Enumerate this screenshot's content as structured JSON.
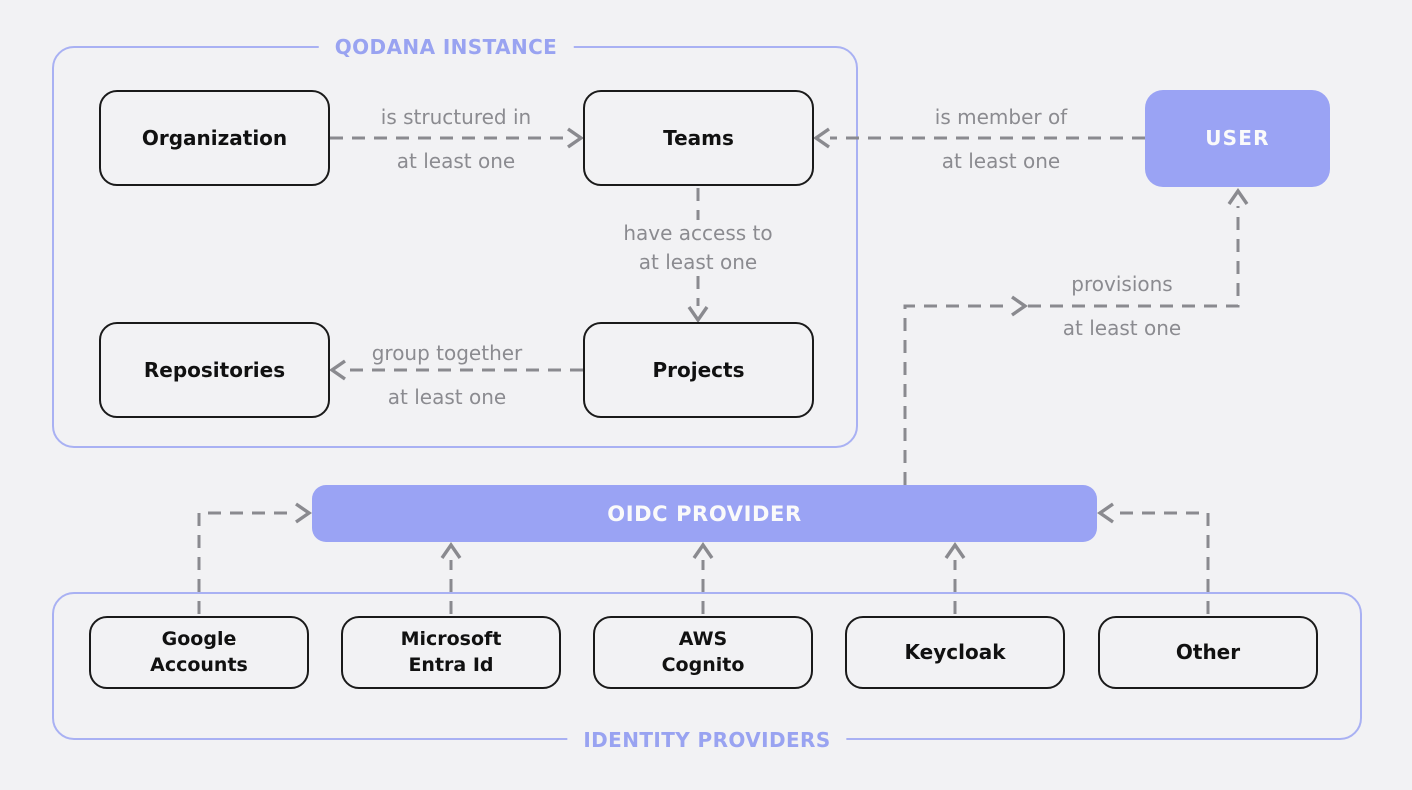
{
  "colors": {
    "background": "#f2f2f4",
    "container_border": "#a9b1f3",
    "accent_fill": "#9aa3f4",
    "accent_title": "#99a3f1",
    "edge": "#8a8a8f",
    "node_border": "#1a1a1a",
    "node_text": "#111111",
    "label_text": "#8b8b90",
    "white_text": "#fafafa"
  },
  "containers": {
    "qodana": {
      "title": "QODANA INSTANCE"
    },
    "identity": {
      "title": "IDENTITY PROVIDERS"
    }
  },
  "nodes": {
    "organization": {
      "label": "Organization"
    },
    "teams": {
      "label": "Teams"
    },
    "repositories": {
      "label": "Repositories"
    },
    "projects": {
      "label": "Projects"
    },
    "user": {
      "label": "USER"
    },
    "oidc": {
      "label": "OIDC PROVIDER"
    },
    "google": {
      "label": "Google\nAccounts"
    },
    "microsoft": {
      "label": "Microsoft\nEntra Id"
    },
    "aws": {
      "label": "AWS\nCognito"
    },
    "keycloak": {
      "label": "Keycloak"
    },
    "other": {
      "label": "Other"
    }
  },
  "edges": {
    "org_teams": {
      "label": "is structured in",
      "sublabel": "at least one"
    },
    "user_teams": {
      "label": "is member of",
      "sublabel": "at least one"
    },
    "teams_projects": {
      "label": "have access to",
      "sublabel": "at least one"
    },
    "projects_repositories": {
      "label": "group together",
      "sublabel": "at least one"
    },
    "oidc_user": {
      "label": "provisions",
      "sublabel": "at least one"
    }
  }
}
